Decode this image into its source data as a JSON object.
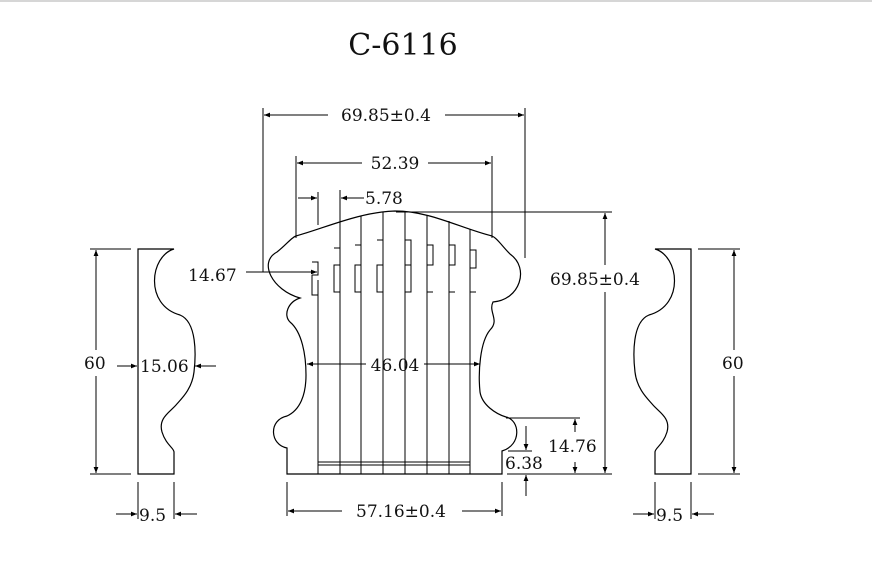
{
  "drawing": {
    "title": "C-6116",
    "dims": {
      "top_width": "69.85±0.4",
      "inner_width": "52.39",
      "groove_pitch": "5.78",
      "right_height": "69.85±0.4",
      "side_offset": "14.67",
      "mid_width": "46.04",
      "base_width": "57.16±0.4",
      "base_high": "14.76",
      "base_low": "6.38",
      "left_height": "60",
      "left_depth": "15.06",
      "left_thickness": "9.5",
      "right_side_height": "60",
      "right_thickness": "9.5"
    }
  }
}
